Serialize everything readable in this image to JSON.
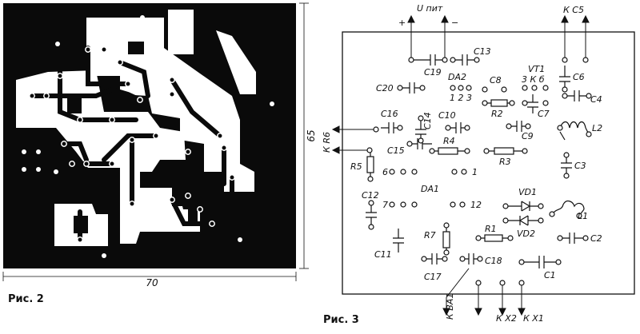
{
  "figures": {
    "fig2_caption": "Рис. 2",
    "fig3_caption": "Рис. 3",
    "fig2_width_dim": "70",
    "fig2_height_dim": "65"
  },
  "connectors": {
    "u_pit": "U пит",
    "plus": "+",
    "minus": "−",
    "k_c5": "К C5",
    "k_r6": "К R6",
    "k_ba1": "К BA1",
    "k_x2": "К X2",
    "k_x1": "К X1"
  },
  "components": {
    "C19": "C19",
    "C13": "C13",
    "C20": "C20",
    "DA2": "DA2",
    "DA2_pins": "1 2 3",
    "C8": "C8",
    "VT1": "VT1",
    "VT1_pins": "3 К б",
    "C6": "C6",
    "C4": "C4",
    "R2": "R2",
    "C7": "C7",
    "C16": "C16",
    "C14": "C14",
    "C10": "C10",
    "C9": "C9",
    "L2": "L2",
    "C15": "C15",
    "R4": "R4",
    "R3": "R3",
    "R5": "R5",
    "C3": "C3",
    "DA1": "DA1",
    "pin6": "6",
    "pin1": "1",
    "C12": "C12",
    "pin7": "7",
    "pin12": "12",
    "VD1": "VD1",
    "L1": "L1",
    "VD2": "VD2",
    "R7": "R7",
    "R1": "R1",
    "C2": "C2",
    "C11": "C11",
    "C18": "C18",
    "C17": "C17",
    "C1": "C1"
  }
}
